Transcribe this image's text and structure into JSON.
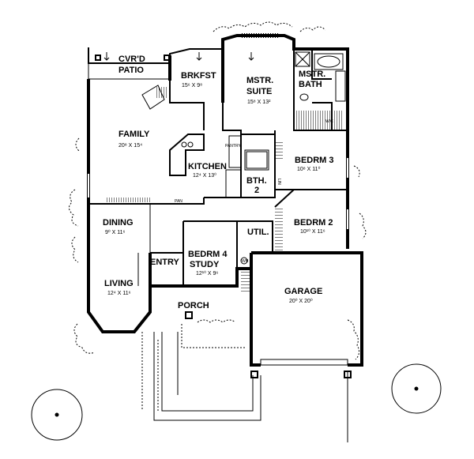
{
  "rooms": {
    "patio": {
      "name": "CVR'D\nPATIO"
    },
    "breakfast": {
      "name": "BRKFST",
      "dims": "15⁶ X 9⁸"
    },
    "master_suite": {
      "name": "MSTR.\nSUITE",
      "dims": "15⁸ X 13²"
    },
    "master_bath": {
      "name": "MSTR.\nBATH"
    },
    "family": {
      "name": "FAMILY",
      "dims": "20⁸ X 15⁴"
    },
    "kitchen": {
      "name": "KITCHEN",
      "dims": "12⁴ X 13⁰"
    },
    "bath2": {
      "name": "BTH.\n2"
    },
    "bedroom3": {
      "name": "BEDRM 3",
      "dims": "10⁸ X 11⁰"
    },
    "bedroom2": {
      "name": "BEDRM 2",
      "dims": "10¹⁰ X 11⁶"
    },
    "dining": {
      "name": "DINING",
      "dims": "9⁰ X 11⁶"
    },
    "utility": {
      "name": "UTIL."
    },
    "bedroom4": {
      "name": "BEDRM 4\nSTUDY",
      "dims": "12¹⁰ X 9⁶"
    },
    "entry": {
      "name": "ENTRY"
    },
    "living": {
      "name": "LIVING",
      "dims": "12⁴ X 11⁶"
    },
    "porch": {
      "name": "PORCH"
    },
    "garage": {
      "name": "GARAGE",
      "dims": "20⁰ X 20⁰"
    }
  },
  "small_labels": {
    "pantry": "PANTRY",
    "wic": "WIC",
    "lin": "LIN",
    "pan": "PAN",
    "wh": "WH"
  }
}
